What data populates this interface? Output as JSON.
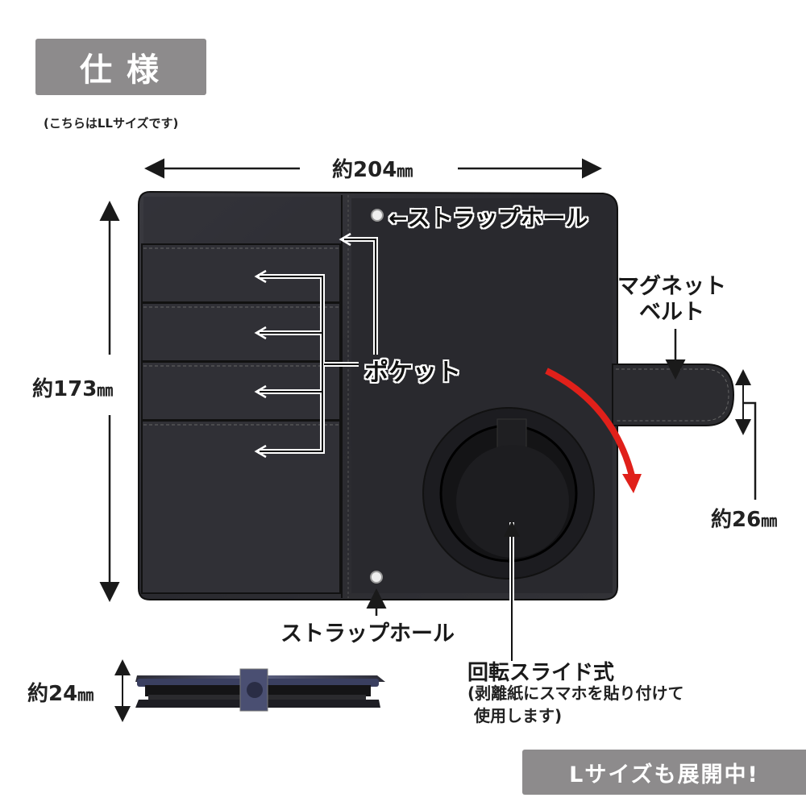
{
  "header": {
    "title": "仕様",
    "subtitle": "(こちらはLLサイズです)"
  },
  "dimensions": {
    "width": {
      "prefix": "約",
      "value": "204",
      "unit": "㎜"
    },
    "height": {
      "prefix": "約",
      "value": "173",
      "unit": "㎜"
    },
    "belt_width": {
      "prefix": "約",
      "value": "26",
      "unit": "㎜"
    },
    "thickness": {
      "prefix": "約",
      "value": "24",
      "unit": "㎜"
    }
  },
  "callouts": {
    "strap_hole_top": "←ストラップホール",
    "strap_hole_bottom": "ストラップホール",
    "pocket": "ポケット",
    "magnet_belt_line1": "マグネット",
    "magnet_belt_line2": "ベルト",
    "rotating_slide": "回転スライド式",
    "rotating_note_line1": "(剥離紙にスマホを貼り付けて",
    "rotating_note_line2": "使用します)"
  },
  "banner": {
    "label": "Lサイズも展開中!"
  },
  "colors": {
    "label_bg": "#8d8b8c",
    "case_leather": "#2b2b2f",
    "rotation_arrow": "#e0201a"
  }
}
